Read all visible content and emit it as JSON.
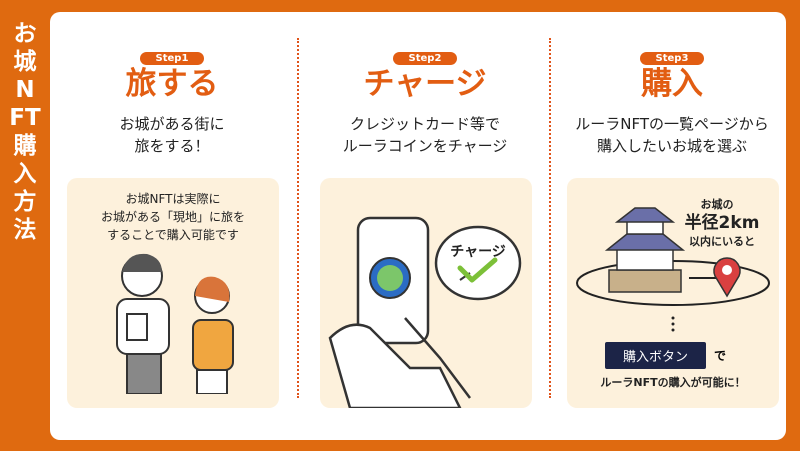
{
  "side_title": "お城NFT購入方法",
  "steps": [
    {
      "badge": "Step1",
      "title": "旅する",
      "subtitle": "お城がある街に\n旅をする！",
      "box_text": "お城NFTは実際に\nお城がある「現地」に旅を\nすることで購入可能です"
    },
    {
      "badge": "Step2",
      "title": "チャージ",
      "subtitle": "クレジットカード等で\nルーラコインをチャージ",
      "bubble_text": "チャージ"
    },
    {
      "badge": "Step3",
      "title": "購入",
      "subtitle": "ルーラNFTの一覧ページから\n購入したいお城を選ぶ",
      "radius_pre": "お城の",
      "radius_main": "半径2km",
      "radius_post": "以内にいると",
      "button_label": "購入ボタン",
      "button_suffix": "で",
      "result_text": "ルーラNFTの購入が可能に！"
    }
  ],
  "colors": {
    "orange": "#df6a10",
    "accent": "#e25d12",
    "cream": "#fdf1dc",
    "navy": "#1c2447"
  }
}
